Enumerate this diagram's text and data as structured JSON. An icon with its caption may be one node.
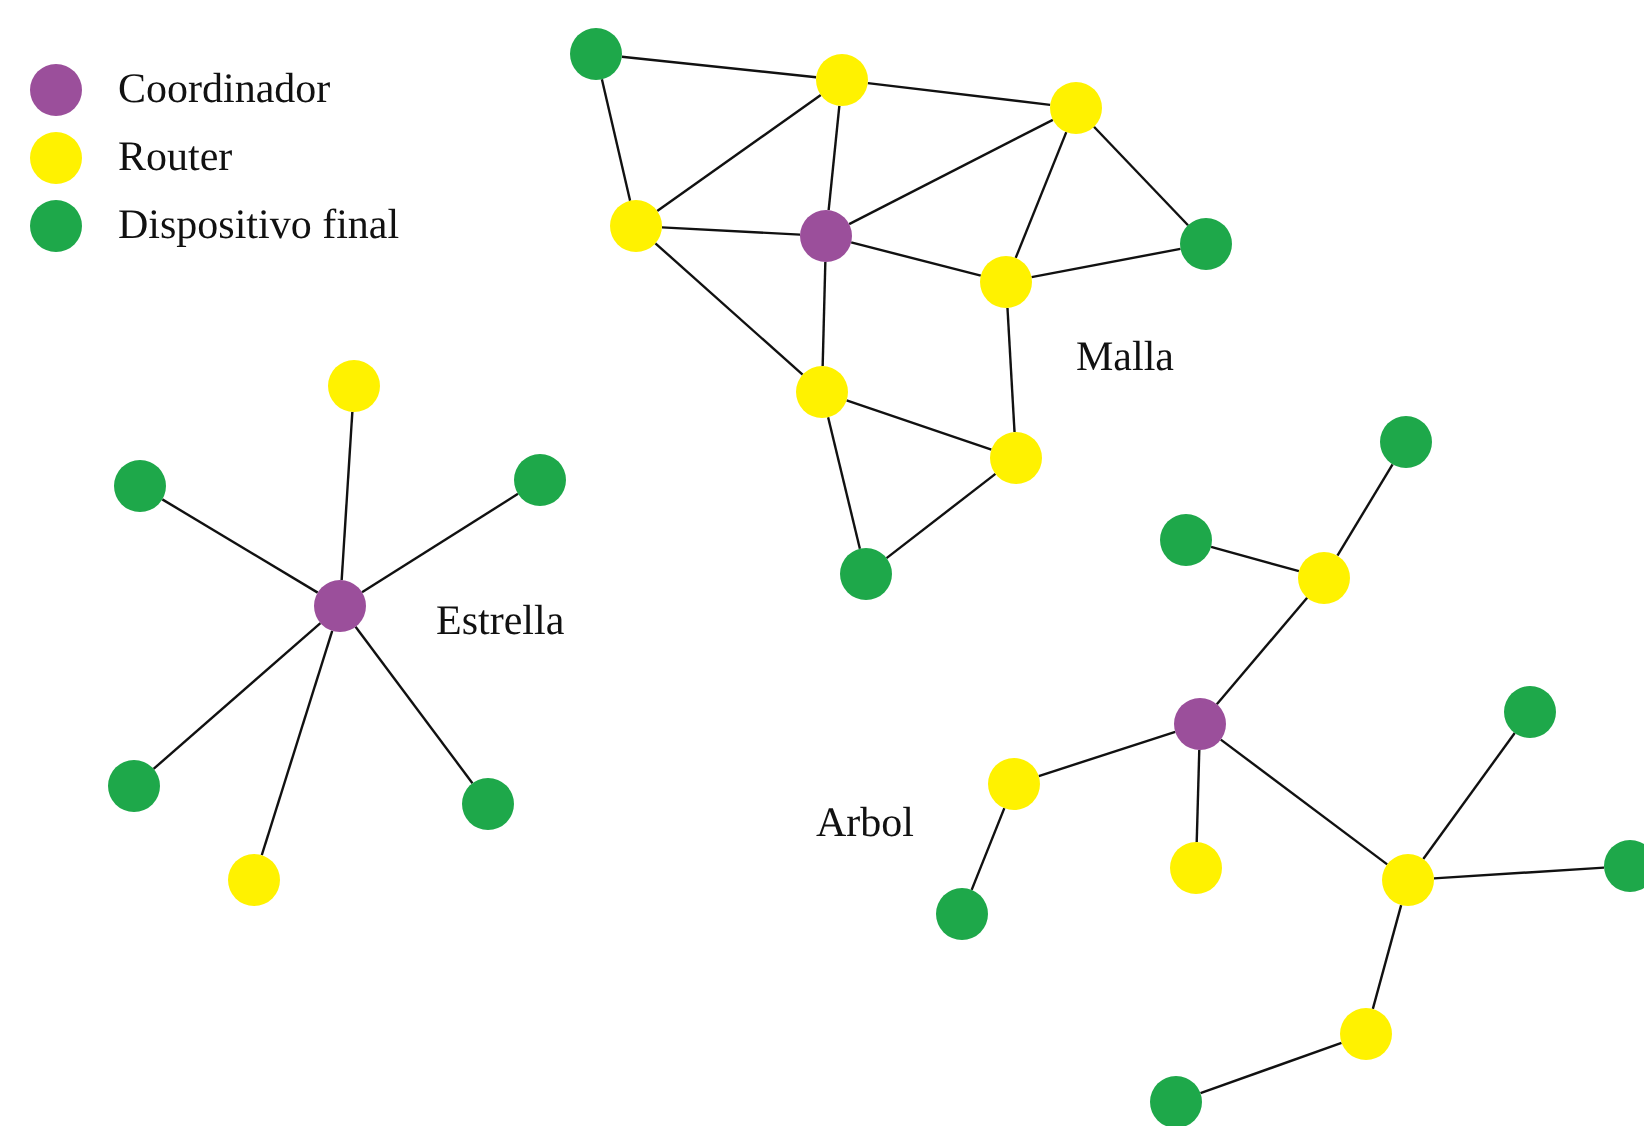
{
  "diagram": {
    "nodes": [
      {
        "text": [],
        "shape": "circle"
      },
      {
        "text": [],
        "shape": "circle"
      },
      {
        "text": [],
        "shape": "circle"
      },
      {
        "text": [],
        "shape": "circle"
      },
      {
        "text": [],
        "shape": "circle"
      },
      {
        "text": [],
        "shape": "circle"
      },
      {
        "text": [],
        "shape": "circle"
      },
      {
        "text": [],
        "shape": "circle"
      },
      {
        "text": [],
        "shape": "circle"
      },
      {
        "text": [],
        "shape": "circle"
      },
      {
        "text": [],
        "shape": "circle"
      },
      {
        "text": [],
        "shape": "circle"
      },
      {
        "text": [],
        "shape": "circle"
      },
      {
        "text": [],
        "shape": "circle"
      },
      {
        "text": [],
        "shape": "circle"
      },
      {
        "text": [],
        "shape": "circle"
      },
      {
        "text": [],
        "shape": "circle"
      },
      {
        "text": [],
        "shape": "circle"
      },
      {
        "text": [],
        "shape": "circle"
      },
      {
        "text": [],
        "shape": "circle"
      },
      {
        "text": [],
        "shape": "circle"
      },
      {
        "text": [],
        "shape": "circle"
      },
      {
        "text": [],
        "shape": "circle"
      },
      {
        "text": [],
        "shape": "circle"
      },
      {
        "text": [],
        "shape": "circle"
      },
      {
        "text": [],
        "shape": "circle"
      },
      {
        "text": [],
        "shape": "circle"
      },
      {
        "text": [],
        "shape": "circle"
      },
      {
        "text": [],
        "shape": "circle"
      }
    ],
    "edges": [
      {
        "from": 0,
        "to": 1,
        "arrow": "none"
      },
      {
        "from": 0,
        "to": 3,
        "arrow": "none"
      },
      {
        "from": 1,
        "to": 2,
        "arrow": "none"
      },
      {
        "from": 1,
        "to": 3,
        "arrow": "none"
      },
      {
        "from": 1,
        "to": 4,
        "arrow": "none"
      },
      {
        "from": 2,
        "to": 4,
        "arrow": "none"
      },
      {
        "from": 2,
        "to": 5,
        "arrow": "none"
      },
      {
        "from": 2,
        "to": 6,
        "arrow": "none"
      },
      {
        "from": 3,
        "to": 4,
        "arrow": "none"
      },
      {
        "from": 3,
        "to": 7,
        "arrow": "none"
      },
      {
        "from": 4,
        "to": 5,
        "arrow": "none"
      },
      {
        "from": 4,
        "to": 7,
        "arrow": "none"
      },
      {
        "from": 5,
        "to": 6,
        "arrow": "none"
      },
      {
        "from": 5,
        "to": 8,
        "arrow": "none"
      },
      {
        "from": 7,
        "to": 8,
        "arrow": "none"
      },
      {
        "from": 7,
        "to": 9,
        "arrow": "none"
      },
      {
        "from": 8,
        "to": 9,
        "arrow": "none"
      },
      {
        "from": 10,
        "to": 11,
        "arrow": "none"
      },
      {
        "from": 10,
        "to": 12,
        "arrow": "none"
      },
      {
        "from": 10,
        "to": 13,
        "arrow": "none"
      },
      {
        "from": 10,
        "to": 14,
        "arrow": "none"
      },
      {
        "from": 10,
        "to": 15,
        "arrow": "none"
      },
      {
        "from": 10,
        "to": 16,
        "arrow": "none"
      },
      {
        "from": 17,
        "to": 18,
        "arrow": "none"
      },
      {
        "from": 18,
        "to": 19,
        "arrow": "none"
      },
      {
        "from": 18,
        "to": 20,
        "arrow": "none"
      },
      {
        "from": 17,
        "to": 21,
        "arrow": "none"
      },
      {
        "from": 21,
        "to": 22,
        "arrow": "none"
      },
      {
        "from": 17,
        "to": 23,
        "arrow": "none"
      },
      {
        "from": 17,
        "to": 24,
        "arrow": "none"
      },
      {
        "from": 24,
        "to": 25,
        "arrow": "none"
      },
      {
        "from": 24,
        "to": 26,
        "arrow": "none"
      },
      {
        "from": 24,
        "to": 27,
        "arrow": "none"
      },
      {
        "from": 27,
        "to": 28,
        "arrow": "none"
      }
    ],
    "labels": [
      "Malla",
      "Estrella",
      "Arbol"
    ],
    "legend": [
      {
        "text": "Coordinador",
        "color": "#9b4f9b"
      },
      {
        "text": "Router",
        "color": "#fff200"
      },
      {
        "text": "Dispositivo final",
        "color": "#1ea84a"
      }
    ]
  }
}
